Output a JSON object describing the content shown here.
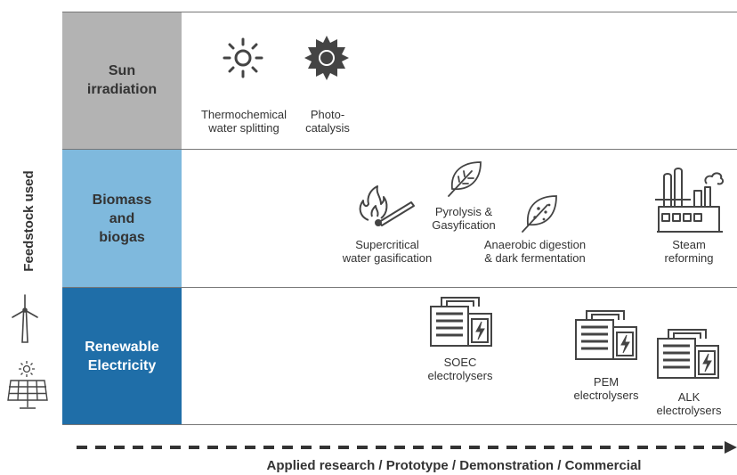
{
  "y_axis_label": "Feedstock used",
  "x_axis_label": "Applied research / Prototype / Demonstration / Commercial",
  "rows": [
    {
      "label": "Sun\nirradiation",
      "color": "#b3b3b3",
      "text_color": "#333333"
    },
    {
      "label": "Biomass\nand\nbiogas",
      "color": "#7fb9dd",
      "text_color": "#333333"
    },
    {
      "label": "Renewable\nElectricity",
      "color": "#1f6ea8",
      "text_color": "#ffffff"
    }
  ],
  "technologies": {
    "thermochemical": "Thermochemical\nwater splitting",
    "photocatalysis": "Photo-\ncatalysis",
    "supercritical": "Supercritical\nwater gasification",
    "pyrolysis": "Pyrolysis &\nGasyfication",
    "anaerobic": "Anaerobic digestion\n& dark fermentation",
    "steam": "Steam\nreforming",
    "soec": "SOEC\nelectrolysers",
    "pem": "PEM\nelectrolysers",
    "alk": "ALK\nelectrolysers"
  }
}
